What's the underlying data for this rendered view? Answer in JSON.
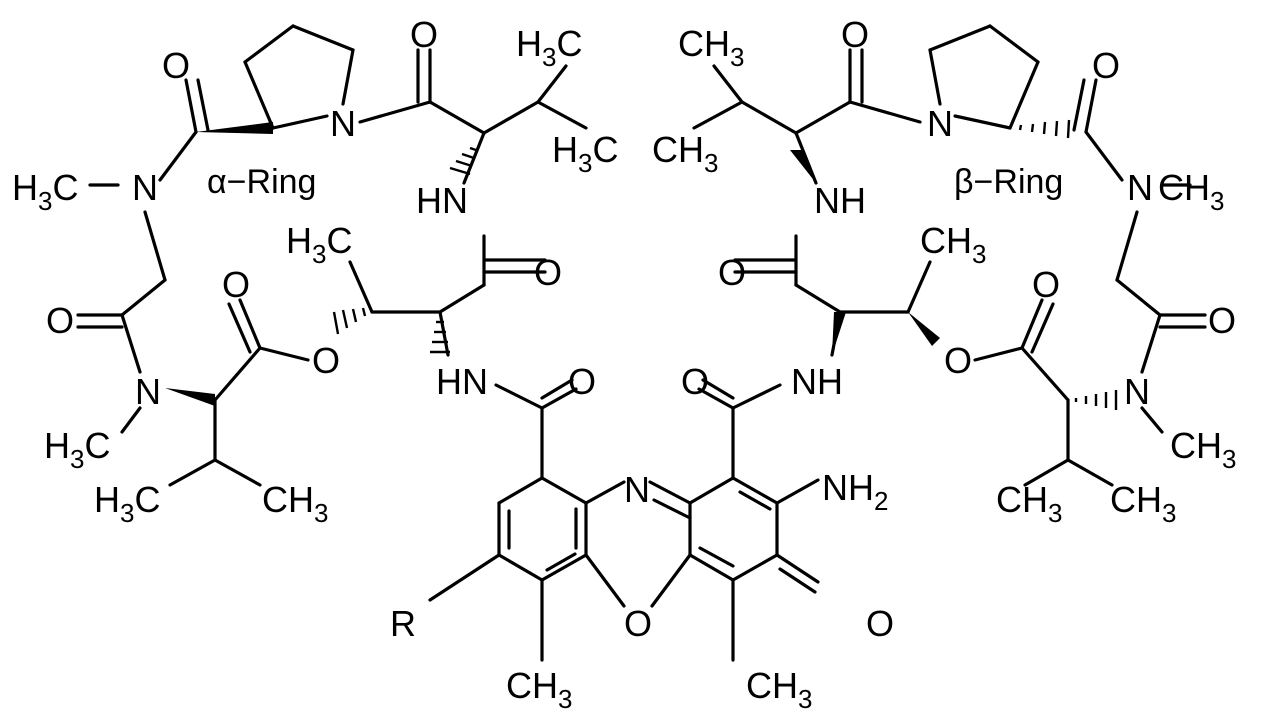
{
  "diagram": {
    "rings": {
      "alpha": "α−Ring",
      "beta": "β−Ring"
    },
    "substituent_R": "R",
    "amino": {
      "base": "NH",
      "sub": "2"
    },
    "atoms": {
      "O": "O",
      "N": "N",
      "NH": "NH",
      "HN": "HN",
      "CH3": {
        "base": "CH",
        "sub": "3"
      },
      "H3C": {
        "pre": "H",
        "sub": "3",
        "post": "C"
      }
    }
  }
}
